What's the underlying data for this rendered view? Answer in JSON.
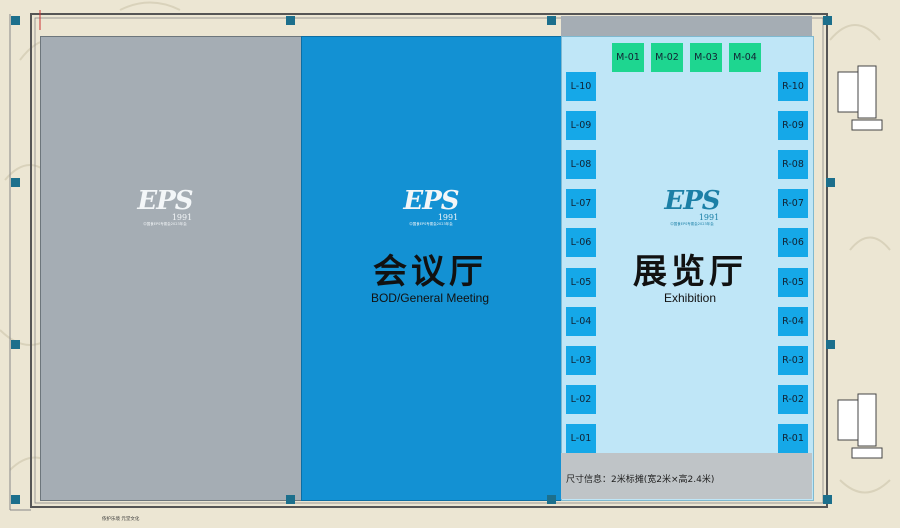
{
  "colors": {
    "background": "#ece6d3",
    "grey_hall": "#a5adb4",
    "meeting_hall": "#1391d3",
    "exhibition_hall": "#bfe6f7",
    "booth_blue": "#15a8e8",
    "booth_green": "#1ed690",
    "pillar": "#1c6f8c"
  },
  "logo": {
    "mark": "EPS",
    "year": "1991",
    "subtitle": "中国食EPS专委会2023年会"
  },
  "meeting_hall": {
    "name_cn": "会议厅",
    "name_en": "BOD/General Meeting"
  },
  "exhibition_hall": {
    "name_cn": "展览厅",
    "name_en": "Exhibition",
    "dims_note": "尺寸信息：2米标摊(宽2米×高2.4米)"
  },
  "booths": {
    "top": [
      "M-01",
      "M-02",
      "M-03",
      "M-04"
    ],
    "left": [
      "L-10",
      "L-09",
      "L-08",
      "L-07",
      "L-06",
      "L-05",
      "L-04",
      "L-03",
      "L-02",
      "L-01"
    ],
    "right": [
      "R-10",
      "R-09",
      "R-08",
      "R-07",
      "R-06",
      "R-05",
      "R-04",
      "R-03",
      "R-02",
      "R-01"
    ]
  },
  "bottom_note": "侬护乐境 元堂文化"
}
